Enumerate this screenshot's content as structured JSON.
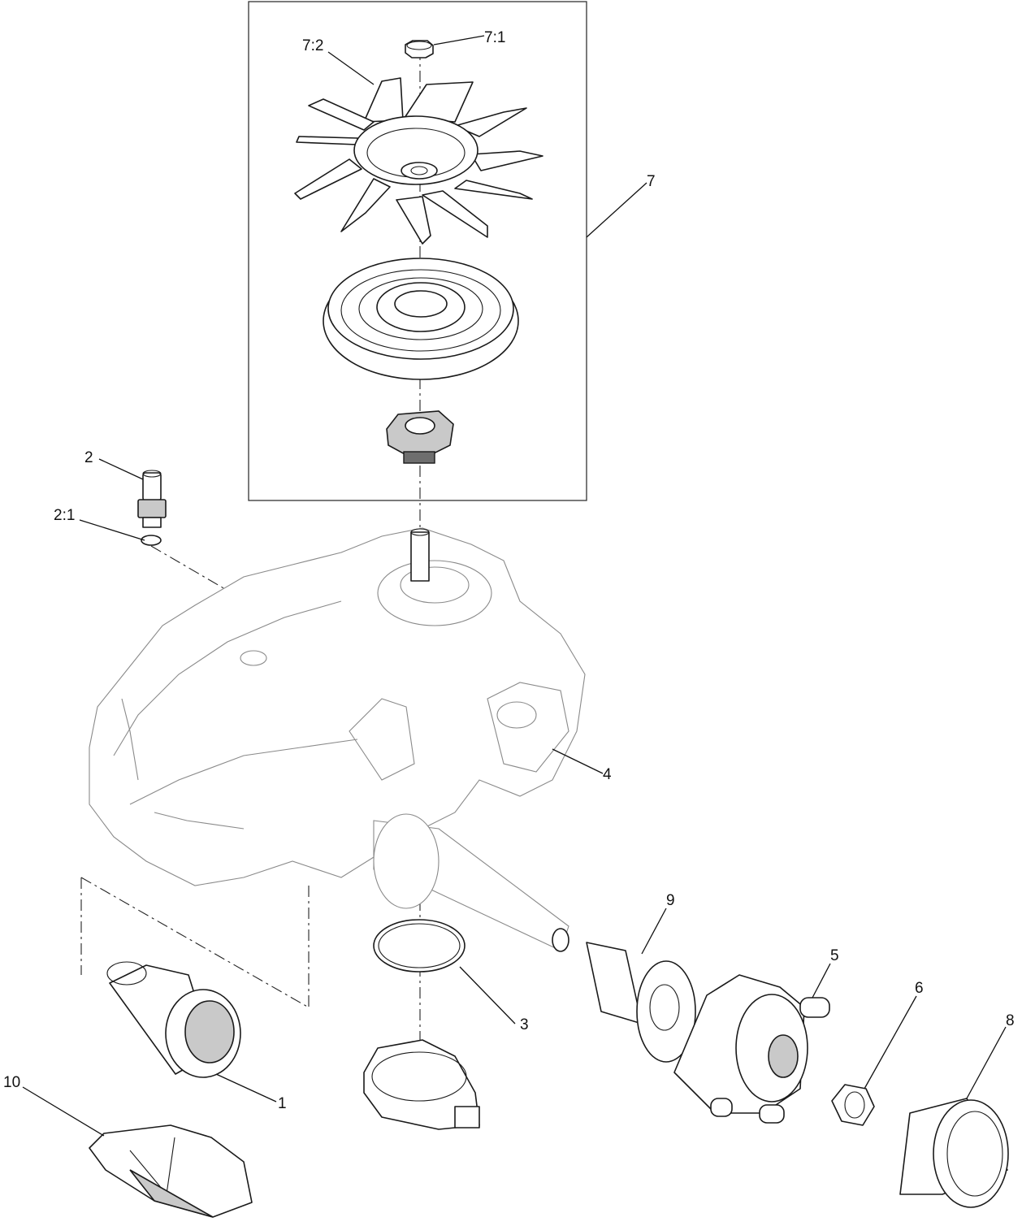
{
  "callouts": {
    "c7_1": "7:1",
    "c7_2": "7:2",
    "c7": "7",
    "c2": "2",
    "c2_1": "2:1",
    "c4": "4",
    "c9": "9",
    "c5": "5",
    "c6": "6",
    "c8": "8",
    "c3": "3",
    "c1": "1",
    "c10": "10"
  }
}
